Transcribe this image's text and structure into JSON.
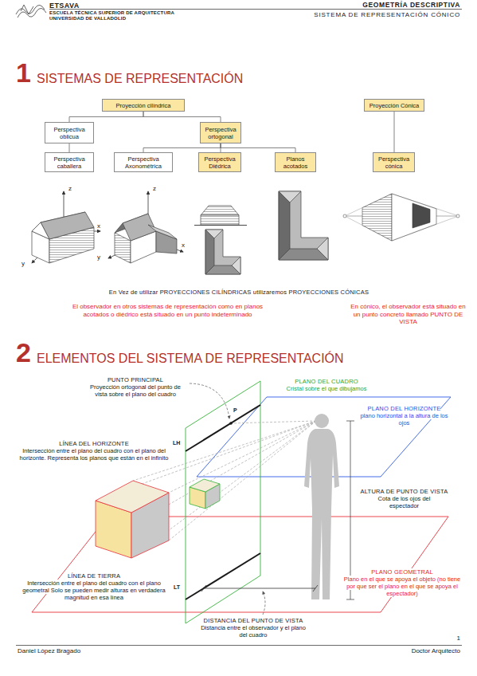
{
  "diagram": {
    "nodes": [
      {
        "text": [
          "Proyección cilíndrica"
        ]
      },
      {
        "text": [
          "Perspectiva oblicua"
        ]
      },
      {
        "text": [
          "Perspectiva ortogonal"
        ]
      },
      {
        "text": [
          "Perspectiva caballera"
        ]
      },
      {
        "text": [
          "Perspectiva Axonométrica"
        ]
      },
      {
        "text": [
          "Perspectiva Diédrica"
        ]
      },
      {
        "text": [
          "Planos acotados"
        ]
      },
      {
        "text": [
          "Proyección Cónica"
        ]
      },
      {
        "text": [
          "Perspectiva cónica"
        ]
      }
    ],
    "edges": [
      {
        "from": 0,
        "to": 1,
        "arrow": "none"
      },
      {
        "from": 0,
        "to": 2,
        "arrow": "none"
      },
      {
        "from": 1,
        "to": 3,
        "arrow": "none"
      },
      {
        "from": 2,
        "to": 4,
        "arrow": "none"
      },
      {
        "from": 2,
        "to": 5,
        "arrow": "none"
      },
      {
        "from": 2,
        "to": 6,
        "arrow": "none"
      },
      {
        "from": 7,
        "to": 8,
        "arrow": "none"
      }
    ],
    "labels": [
      "ETSAVA",
      "ESCUELA TÉCNICA SUPERIOR DE ARQUITECTURA",
      "UNIVERSIDAD DE VALLADOLID",
      "GEOMETRÍA DESCRIPTIVA",
      "SISTEMA DE REPRESENTACIÓN CÓNICO",
      "1",
      "SISTEMAS DE REPRESENTACIÓN",
      "z",
      "x",
      "y",
      "z",
      "x",
      "y",
      "En Vez de utilizar PROYECCIONES CILÍNDRICAS utilizaremos PROYECCIONES CÓNICAS",
      "El observador en otros sistemas de representación como en planos acotados o diédrico está situado en un punto indeterminado",
      "En cónico, el observador está situado en un punto concreto llamado PUNTO DE VISTA",
      "2",
      "ELEMENTOS DEL SISTEMA DE REPRESENTACIÓN",
      "PUNTO PRINCIPAL",
      "Proyección ortogonal del punto de vista sobre el plano del cuadro",
      "P",
      "PLANO DEL CUADRO",
      "Cristal sobre el que dibujamos",
      "PLANO DEL HORIZONTE",
      "plano horizontal a la altura de los ojos",
      "LH",
      "LÍNEA DEL HORIZONTE",
      "Intersección entre el plano del cuadro con el plano del horizonte. Representa los planos que están en el infinito",
      "ALTURA DE PUNTO DE VISTA",
      "Cota de los ojos del espectador",
      "LT",
      "LÍNEA DE TIERRA",
      "Intersección entre el plano del cuadro con el plano geometral Solo se pueden medir alturas en verdadera magnitud en esa línea",
      "PLANO GEOMETRAL",
      "Plano en el que se apoya el objeto (no tiene por que ser el plano en el que se apoya el espectador)",
      "DISTANCIA DEL PUNTO DE VISTA",
      "Distancia entre el observador y el plano del cuadro",
      "1",
      "Daniel López Bragado",
      "Doctor Arquitecto"
    ]
  }
}
